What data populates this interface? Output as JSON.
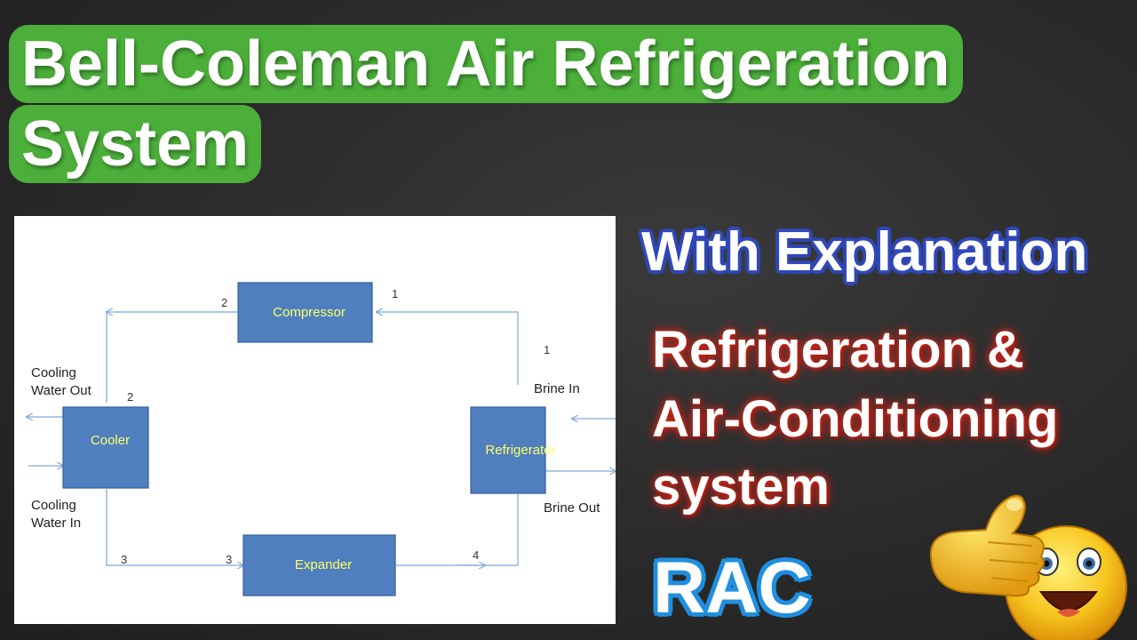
{
  "title": {
    "line1": "Bell-Coleman Air Refrigeration",
    "line2": "System"
  },
  "subtitle": "With Explanation",
  "subject": {
    "line1": "Refrigeration &",
    "line2": "Air-Conditioning",
    "line3": "system"
  },
  "tag": "RAC",
  "diagram": {
    "blocks": {
      "compressor": "Compressor",
      "cooler": "Cooler",
      "refrigerator": "Refrigerator",
      "expander": "Expander"
    },
    "points": {
      "p1_top": "1",
      "p1_right": "1",
      "p2_top": "2",
      "p2_left": "2",
      "p3_left": "3",
      "p3_mid": "3",
      "p4": "4"
    },
    "labels": {
      "cooling_water_out_1": "Cooling",
      "cooling_water_out_2": "Water Out",
      "cooling_water_in_1": "Cooling",
      "cooling_water_in_2": "Water In",
      "brine_in": "Brine In",
      "brine_out": "Brine Out"
    }
  },
  "colors": {
    "title_bg": "#4caf3a",
    "block_fill": "#4f7fbf",
    "block_text": "#ffff66",
    "subtitle_outline": "#2f47b8",
    "subject_glow": "#d0251a",
    "tag_outline": "#1f8fe0"
  },
  "icons": [
    "thumbs-up-emoji-icon"
  ]
}
